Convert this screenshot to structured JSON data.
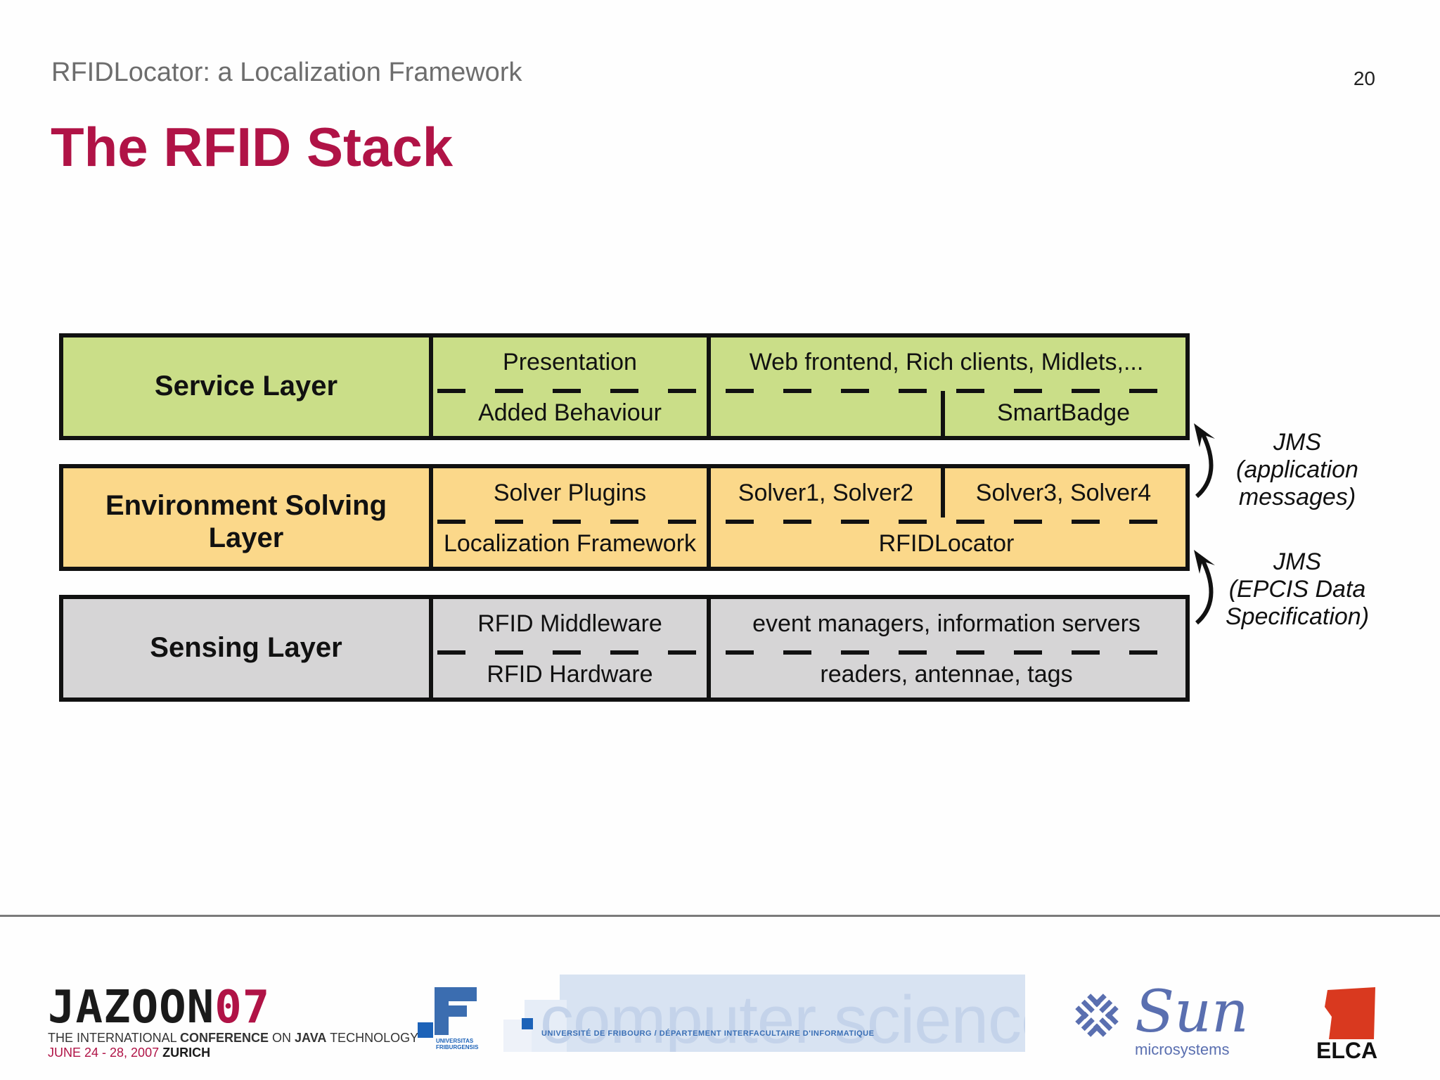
{
  "header": {
    "subtitle": "RFIDLocator: a Localization Framework",
    "page_number": "20",
    "title": "The RFID Stack"
  },
  "layers": {
    "service": {
      "name": "Service Layer",
      "upper_mid": "Presentation",
      "lower_mid": "Added Behaviour",
      "upper_right": "Web frontend, Rich clients, Midlets,...",
      "lower_right": "SmartBadge"
    },
    "environment": {
      "name_line1": "Environment Solving",
      "name_line2": "Layer",
      "upper_mid": "Solver Plugins",
      "lower_mid": "Localization Framework",
      "upper_right_a": "Solver1, Solver2",
      "upper_right_b": "Solver3, Solver4",
      "lower_right": "RFIDLocator"
    },
    "sensing": {
      "name": "Sensing Layer",
      "upper_mid": "RFID Middleware",
      "lower_mid": "RFID Hardware",
      "upper_right": "event managers, information servers",
      "lower_right": "readers, antennae, tags"
    }
  },
  "connectors": {
    "upper": {
      "line1": "JMS",
      "line2": "(application",
      "line3": "messages)"
    },
    "lower": {
      "line1": "JMS",
      "line2": "(EPCIS Data",
      "line3": "Specification)"
    }
  },
  "footer": {
    "jazoon": {
      "wordmark": "JAZOON",
      "year": "07",
      "line1_a": "THE INTERNATIONAL ",
      "line1_b": "CONFERENCE",
      "line1_c": " ON ",
      "line1_d": "JAVA",
      "line1_e": " TECHNOLOGY",
      "line2_a": "JUNE 24 - 28, 2007 ",
      "line2_b": "ZURICH"
    },
    "unifr": {
      "line1": "UNIVERSITAS",
      "line2": "FRIBURGENSIS"
    },
    "cs": {
      "wordmark": "computer science",
      "caption": "UNIVERSITÉ DE FRIBOURG / DÉPARTEMENT INTERFACULTAIRE D'INFORMATIQUE"
    },
    "sun": {
      "wordmark": "Sun",
      "sub": "microsystems"
    },
    "elca": {
      "wordmark": "ELCA"
    }
  },
  "colors": {
    "title": "#b01346",
    "service_layer": "#cade88",
    "environment_layer": "#fbd88a",
    "sensing_layer": "#d6d5d6",
    "sun_blue": "#5a6fb0",
    "elca_red": "#d9391f"
  }
}
